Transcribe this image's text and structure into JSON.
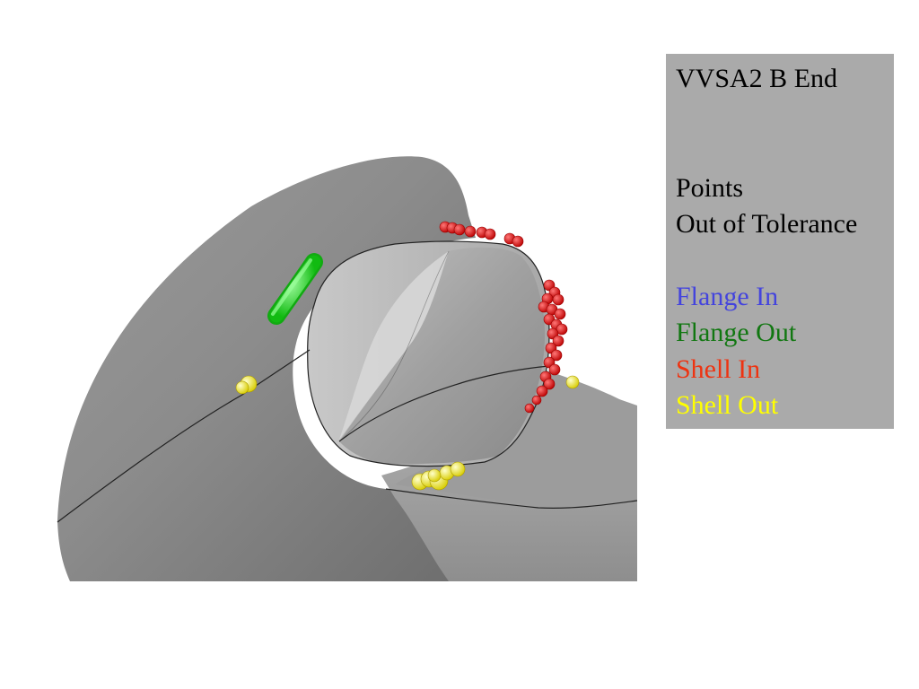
{
  "title": "VVSA2 B End",
  "caption_line1": "Points",
  "caption_line2": "Out of Tolerance",
  "legend": [
    {
      "label": "Flange In",
      "color": "#4444dd"
    },
    {
      "label": "Flange Out",
      "color": "#117711"
    },
    {
      "label": "Shell In",
      "color": "#ee3311"
    },
    {
      "label": "Shell Out",
      "color": "#ffff00"
    }
  ],
  "colors": {
    "panel_background": "#aaaaaa",
    "title_text": "#000000",
    "surface": "#8a8a8a",
    "flange_out_points": "#22dd22",
    "shell_in_points": "#dd0000",
    "shell_out_points": "#f5f000"
  }
}
